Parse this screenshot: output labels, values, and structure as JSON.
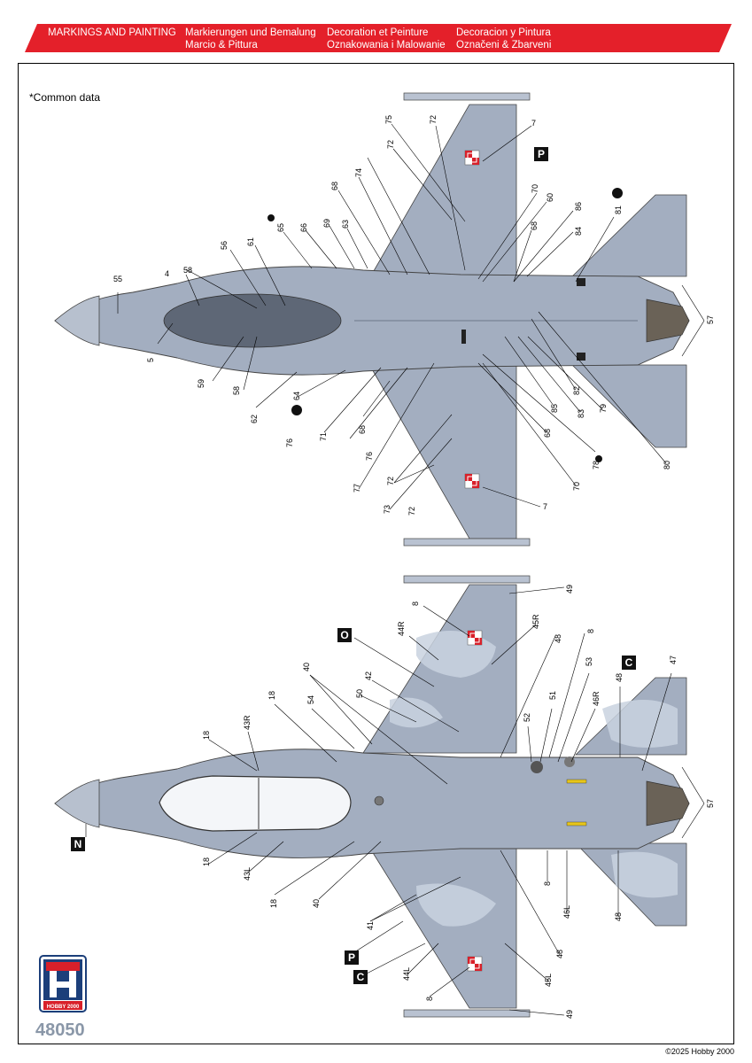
{
  "header": {
    "col1": [
      "MARKINGS AND PAINTING"
    ],
    "col2": [
      "Markierungen und Bemalung",
      "Marcio & Pittura"
    ],
    "col3": [
      "Decoration et Peinture",
      "Oznakowania i Malowanie"
    ],
    "col4": [
      "Decoracion y Pintura",
      "Označeni & Zbarveni"
    ],
    "accent_color": "#e4202a"
  },
  "common_data_label": "*Common data",
  "top_view": {
    "callouts": [
      "55",
      "4",
      "58",
      "5",
      "59",
      "58",
      "56",
      "61",
      "65",
      "66",
      "69",
      "63",
      "68",
      "74",
      "72",
      "75",
      "72",
      "7",
      "P",
      "70",
      "60",
      "86",
      "68",
      "84",
      "81",
      "57",
      "80",
      "79",
      "83",
      "85",
      "82",
      "78",
      "70",
      "68",
      "7",
      "72",
      "73",
      "72",
      "77",
      "76",
      "76",
      "68",
      "71",
      "64",
      "62"
    ]
  },
  "bottom_view": {
    "callouts": [
      "49",
      "8",
      "44R",
      "O",
      "45R",
      "48",
      "8",
      "40",
      "42",
      "50",
      "54",
      "18",
      "43R",
      "18",
      "51",
      "52",
      "53",
      "46R",
      "C",
      "48",
      "47",
      "57",
      "18",
      "43L",
      "18",
      "40",
      "41",
      "P",
      "C",
      "44L",
      "8",
      "45L",
      "48",
      "49",
      "8",
      "46L",
      "48",
      "N"
    ]
  },
  "caps": {
    "P_top": "P",
    "O": "O",
    "C_right": "C",
    "N": "N",
    "P_bottom": "P",
    "C_bottom": "C"
  },
  "logo": {
    "letter": "H",
    "text": "HOBBY 2000"
  },
  "catalog_number": "48050",
  "copyright": "©2025 Hobby 2000",
  "colors": {
    "light_gray": "#a3aec0",
    "dark_gray": "#5e6776",
    "camo_light": "#c9d2df",
    "polish_red": "#d8202a"
  }
}
